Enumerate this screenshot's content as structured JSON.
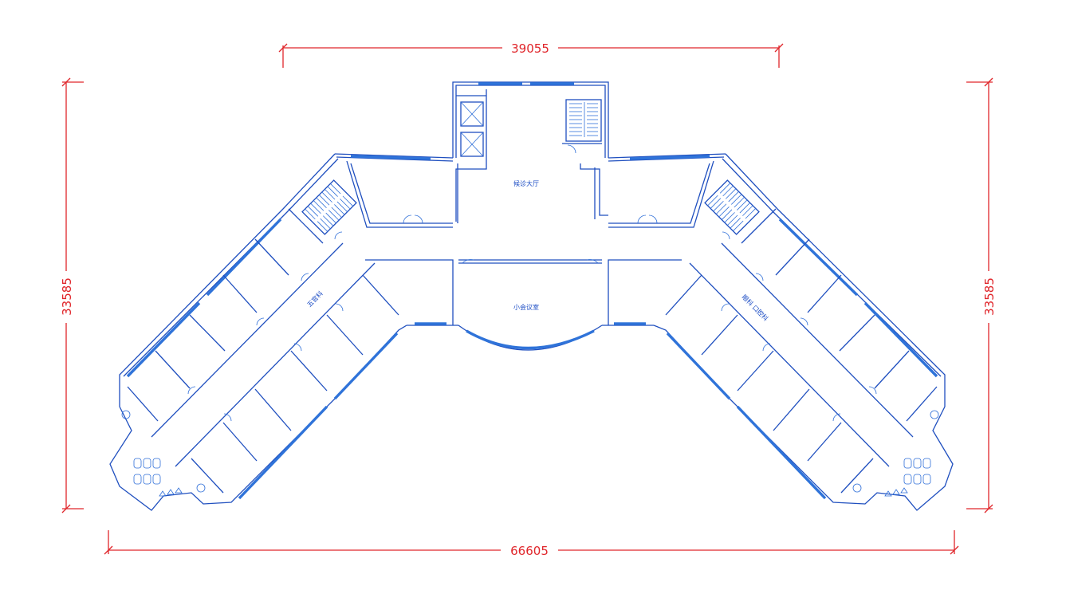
{
  "dimensions": {
    "top_width": "39055",
    "overall_width": "66605",
    "left_height": "33585",
    "right_height": "33585"
  },
  "rooms": {
    "lobby": "候诊大厅",
    "hall": "小会议室",
    "left_wing": "五官科",
    "right_wing": "眼科 口腔科"
  },
  "colors": {
    "dimension": "#e0262b",
    "walls": "#1f4fbf",
    "windows": "#2f73d9",
    "background": "#ffffff"
  }
}
